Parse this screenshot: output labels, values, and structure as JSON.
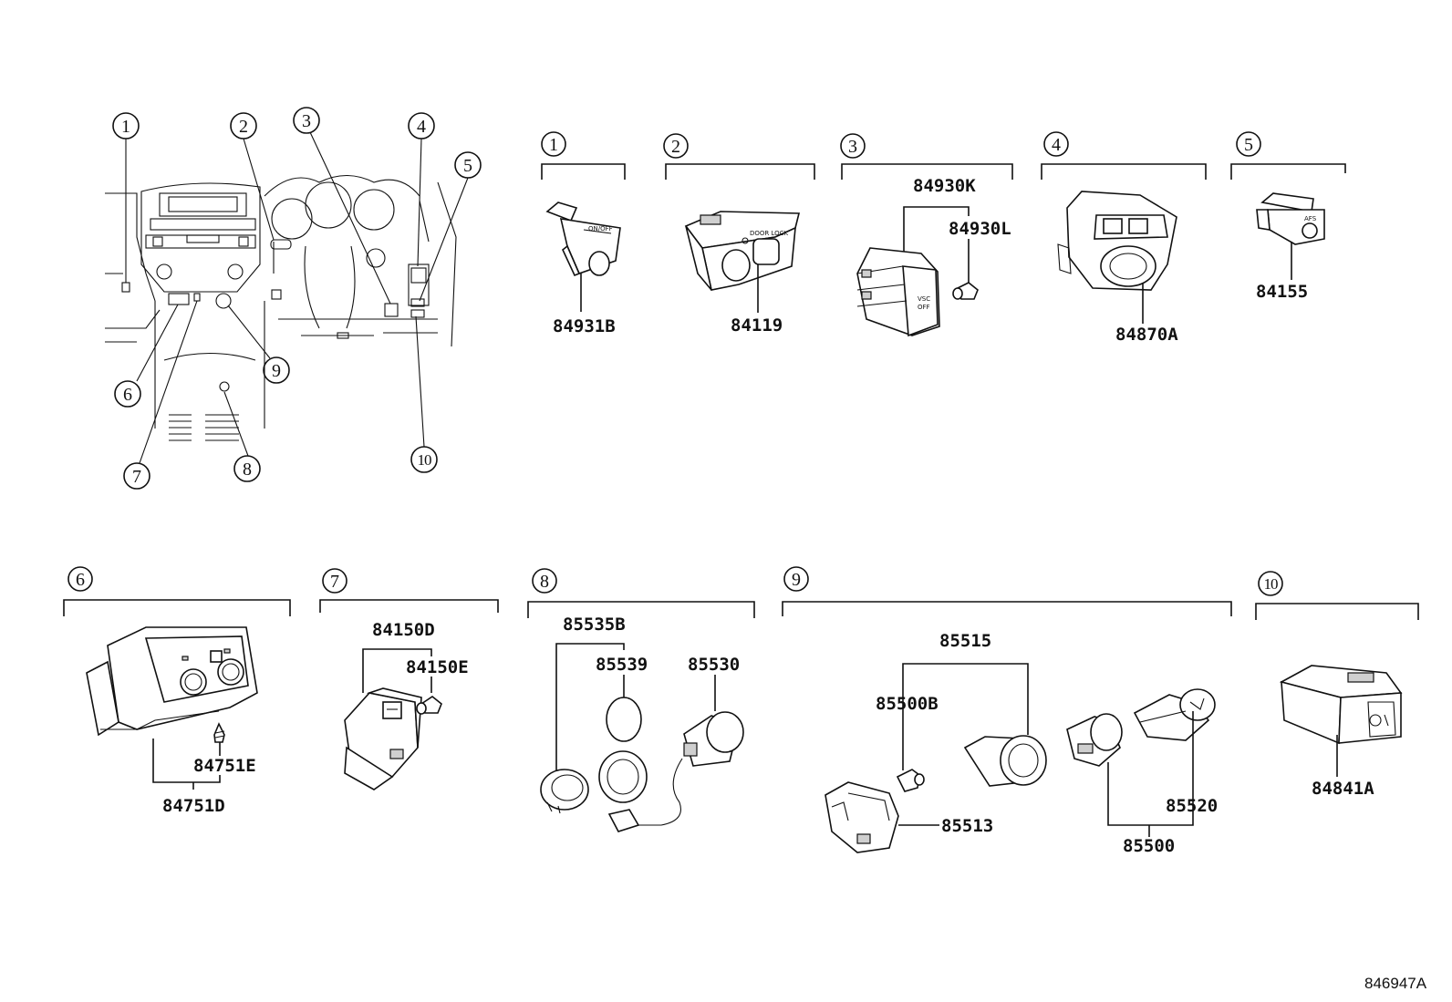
{
  "callouts": {
    "c1": "1",
    "c2": "2",
    "c3": "3",
    "c4": "4",
    "c5": "5",
    "c6": "6",
    "c7": "7",
    "c8": "8",
    "c9": "9",
    "c10": "10"
  },
  "groups": {
    "g1": "1",
    "g2": "2",
    "g3": "3",
    "g4": "4",
    "g5": "5",
    "g6": "6",
    "g7": "7",
    "g8": "8",
    "g9": "9",
    "g10": "10"
  },
  "parts": {
    "p84931B": "84931B",
    "p84119": "84119",
    "p84930K": "84930K",
    "p84930L": "84930L",
    "p84870A": "84870A",
    "p84155": "84155",
    "p84751E": "84751E",
    "p84751D": "84751D",
    "p84150D": "84150D",
    "p84150E": "84150E",
    "p85535B": "85535B",
    "p85539": "85539",
    "p85530": "85530",
    "p85515": "85515",
    "p85500B": "85500B",
    "p85513": "85513",
    "p85520": "85520",
    "p85500": "85500",
    "p84841A": "84841A"
  },
  "footer": {
    "diagram_id": "846947A"
  },
  "icon_text": {
    "door_lock": "DOOR LOCK",
    "vsc_off": "VSC OFF"
  }
}
